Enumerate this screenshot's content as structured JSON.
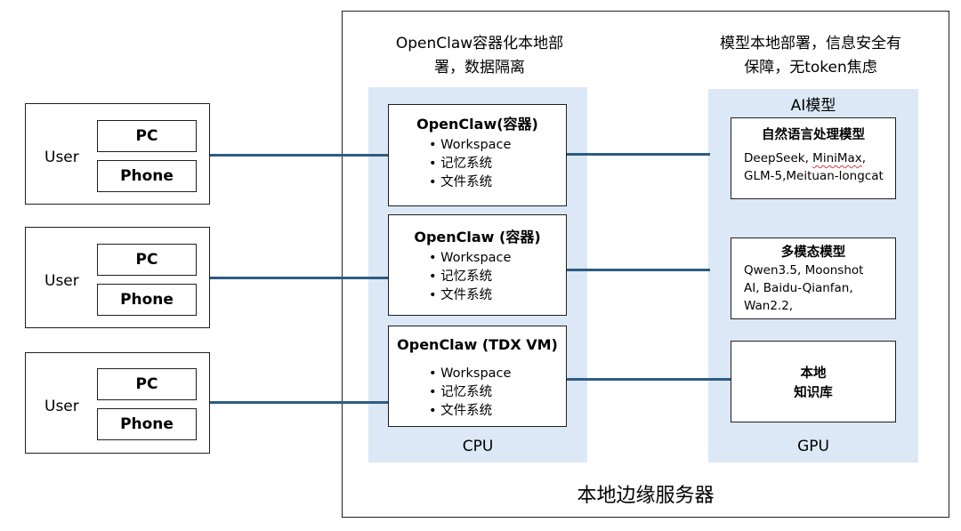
{
  "server": {
    "label": "本地边缘服务器"
  },
  "captions": {
    "cpu_side": [
      "OpenClaw容器化本地部",
      "署，数据隔离"
    ],
    "gpu_side": [
      "模型本地部署，信息安全有",
      "保障，无token焦虑"
    ]
  },
  "clients": [
    {
      "user": "User",
      "devices": [
        "PC",
        "Phone"
      ]
    },
    {
      "user": "User",
      "devices": [
        "PC",
        "Phone"
      ]
    },
    {
      "user": "User",
      "devices": [
        "PC",
        "Phone"
      ]
    }
  ],
  "cpu_panel": {
    "label": "CPU",
    "instances": [
      {
        "title": "OpenClaw(容器)",
        "items": [
          "Workspace",
          "记忆系统",
          "文件系统"
        ]
      },
      {
        "title": "OpenClaw (容器)",
        "items": [
          "Workspace",
          "记忆系统",
          "文件系统"
        ]
      },
      {
        "title": "OpenClaw (TDX VM)",
        "items": [
          "Workspace",
          "记忆系统",
          "文件系统"
        ]
      }
    ]
  },
  "gpu_panel": {
    "label": "GPU",
    "title": "AI模型",
    "models": [
      {
        "title": "自然语言处理模型",
        "lines": [
          [
            "DeepSeek, ",
            "MiniMax",
            ","
          ],
          [
            "GLM-5,Meituan-longcat"
          ]
        ]
      },
      {
        "title": "多模态模型",
        "lines": [
          [
            "Qwen3.5, Moonshot"
          ],
          [
            "AI, Baidu-Qianfan,"
          ],
          [
            "Wan2.2,"
          ]
        ]
      },
      {
        "title_lines": [
          "本地",
          "知识库"
        ]
      }
    ]
  },
  "colors": {
    "connector": "#2e5c84",
    "panel_fill": "#dce8f5",
    "border": "#1f1f1f"
  }
}
